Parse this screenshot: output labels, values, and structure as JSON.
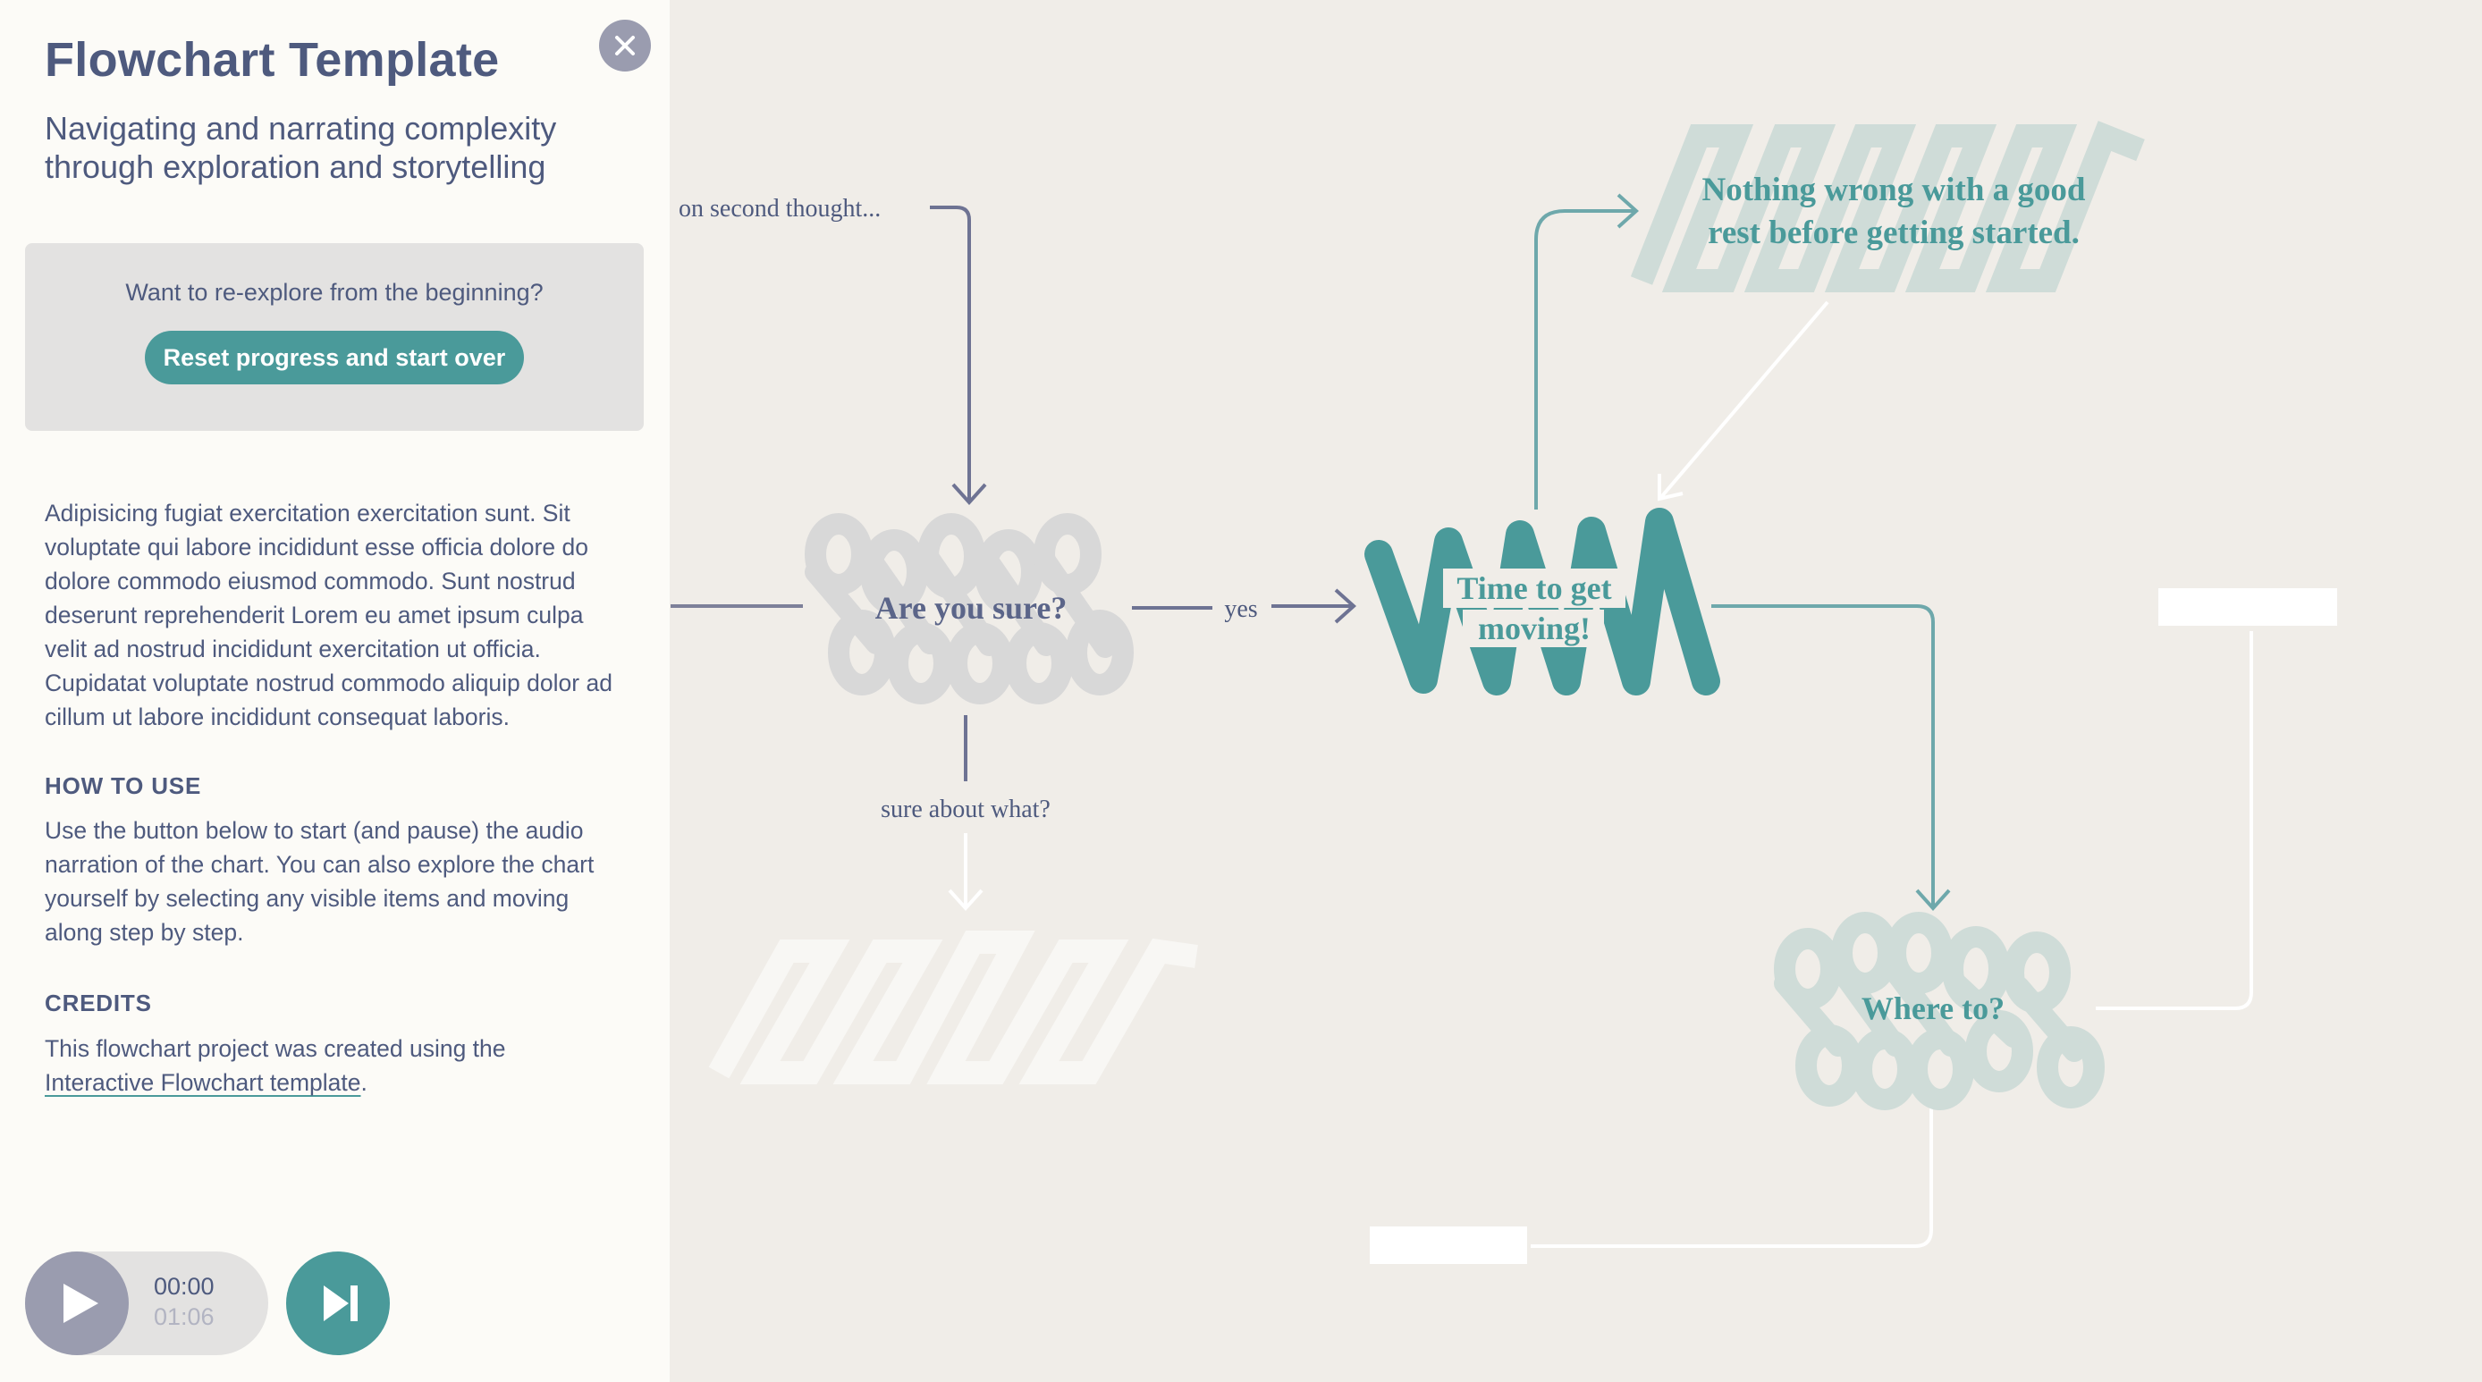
{
  "sidebar": {
    "title": "Flowchart Template",
    "subtitle": "Navigating and narrating complexity through exploration and storytelling",
    "reset_prompt": "Want to re-explore from the beginning?",
    "reset_button": "Reset progress and start over",
    "intro": "Adipisicing fugiat exercitation exercitation sunt. Sit voluptate qui labore incididunt esse officia dolore do dolore commodo eiusmod commodo. Sunt nostrud deserunt reprehenderit Lorem eu amet ipsum culpa velit ad nostrud incididunt exercitation ut officia. Cupidatat voluptate nostrud commodo aliquip dolor ad cillum ut labore incididunt consequat laboris.",
    "howto_heading": "HOW TO USE",
    "howto_text": "Use the button below to start (and pause) the audio narration of the chart. You can also explore the chart yourself by selecting any visible items and moving along step by step.",
    "credits_heading": "CREDITS",
    "credits_text": "This flowchart project was created using the",
    "credits_link": "Interactive Flowchart template",
    "credits_end": "."
  },
  "player": {
    "current_time": "00:00",
    "total_time": "01:06"
  },
  "icons": {
    "close": "close-icon",
    "play": "play-icon",
    "skip": "skip-forward-icon"
  },
  "colors": {
    "navy": "#4e5a7e",
    "teal": "#4a9a9a",
    "pale_teal": "#cfdcd8",
    "grey_node": "#d8d8d8",
    "canvas_bg": "#f0ede8"
  },
  "flowchart": {
    "nodes": {
      "are_you_sure": "Are you sure?",
      "time_line1": "Time to get",
      "time_line2": "moving!",
      "rest_line1": "Nothing wrong with a good",
      "rest_line2": "rest before getting started.",
      "where_to": "Where to?"
    },
    "edges": {
      "second_thought": "on second thought...",
      "yes": "yes",
      "sure_about_what": "sure about what?"
    }
  }
}
